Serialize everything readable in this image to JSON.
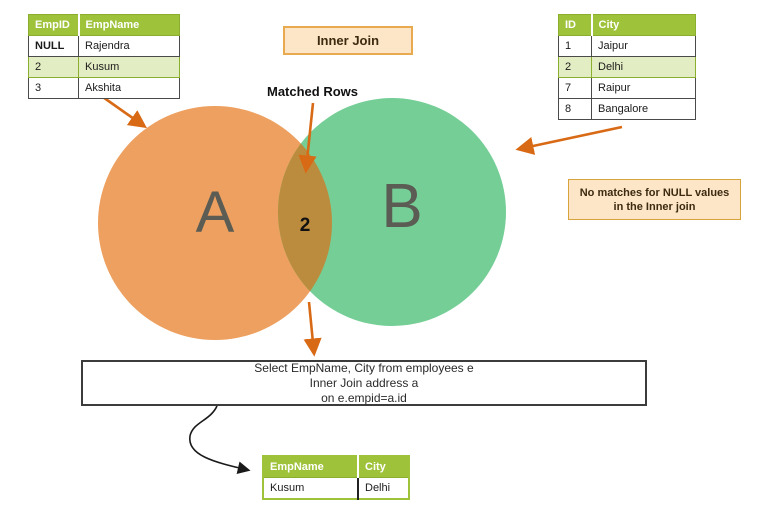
{
  "labels": {
    "inner_join": "Inner Join",
    "matched_rows": "Matched Rows"
  },
  "venn": {
    "left_label": "A",
    "right_label": "B",
    "intersection_count": "2"
  },
  "note": {
    "line1": "No matches for NULL values",
    "line2": "in the Inner join"
  },
  "sql": {
    "line1": "Select EmpName, City from employees e",
    "line2": "Inner Join address a",
    "line3": "on e.empid=a.id"
  },
  "employees_table": {
    "headers": [
      "EmpID",
      "EmpName"
    ],
    "rows": [
      [
        "NULL",
        "Rajendra"
      ],
      [
        "2",
        "Kusum"
      ],
      [
        "3",
        "Akshita"
      ]
    ]
  },
  "address_table": {
    "headers": [
      "ID",
      "City"
    ],
    "rows": [
      [
        "1",
        "Jaipur"
      ],
      [
        "2",
        "Delhi"
      ],
      [
        "7",
        "Raipur"
      ],
      [
        "8",
        "Bangalore"
      ]
    ]
  },
  "result_table": {
    "headers": [
      "EmpName",
      "City"
    ],
    "rows": [
      [
        "Kusum",
        "Delhi"
      ]
    ]
  },
  "colors": {
    "circle_a": "#EDA05F",
    "circle_b": "#74CE96",
    "intersection": "#BC8C3E",
    "arrow_orange": "#D96A15",
    "arrow_black": "#1a1a1a",
    "table_header_green": "#9EC23A",
    "row_highlight": "#E3EDC3",
    "note_bg": "#FCE6C7",
    "note_border": "#E9A94F"
  }
}
